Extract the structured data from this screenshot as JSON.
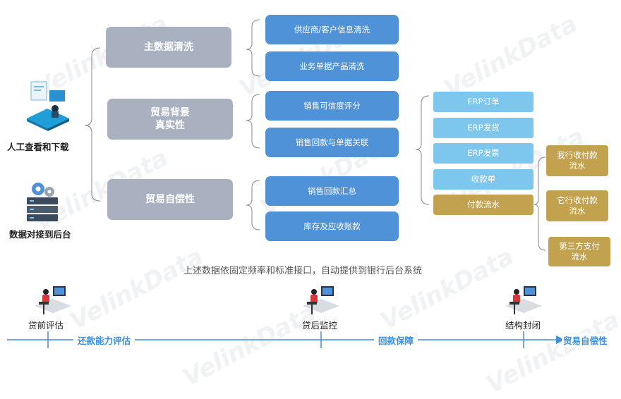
{
  "left": {
    "manual_label": "人工查看和下载",
    "backend_label": "数据对接到后台"
  },
  "categories": [
    "主数据清洗",
    "贸易背景\n真实性",
    "贸易自偿性"
  ],
  "blue_items": [
    "供应商/客户信息清洗",
    "业务单据产品清洗",
    "销售可信度评分",
    "销售回款与单据关联",
    "销售回款汇总",
    "库存及应收账款"
  ],
  "erp_items": [
    "ERP订单",
    "ERP发货",
    "ERP发票",
    "收款单",
    "付款流水"
  ],
  "flow_items": [
    "我行收付款\n流水",
    "它行收付款\n流水",
    "第三方支付\n流水"
  ],
  "caption": "上述数据依固定频率和标准接口，自动提供到银行后台系统",
  "timeline": {
    "stages": [
      "贷前评估",
      "贷后监控",
      "结构封闭"
    ],
    "segments": [
      "还款能力评估",
      "回款保障",
      "贸易自偿性"
    ]
  },
  "watermark": "VelinkData",
  "colors": {
    "gray_box": "#a9b1c0",
    "blue_box": "#4f92d8",
    "light_box": "#7dc6ee",
    "gold_box": "#c2a24f",
    "timeline": "#3f8fdc"
  }
}
